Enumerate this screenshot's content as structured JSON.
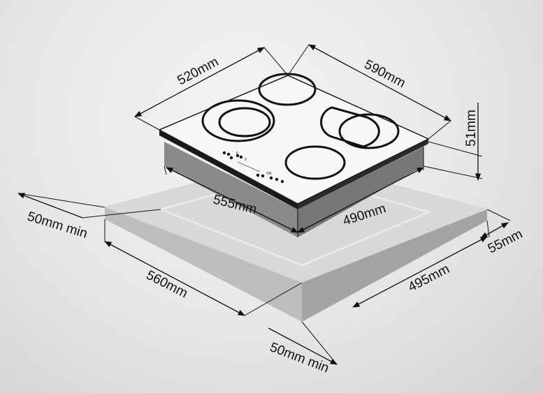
{
  "dimensions": {
    "hob_depth": "520mm",
    "hob_width": "590mm",
    "hob_height": "51mm",
    "body_width": "555mm",
    "body_depth": "490mm",
    "side_clearance": "50mm min",
    "cutout_width": "560mm",
    "cutout_depth": "495mm",
    "worktop_thickness": "55mm",
    "front_clearance": "50mm min"
  },
  "control_panel": {
    "label_a": "0",
    "label_b": "0",
    "label_c": "ON"
  },
  "colors": {
    "background": "#e6e6e6",
    "hob_top": "#f7f7f7",
    "hob_frame": "#1a1a1a",
    "worktop_top": "#d6d6d6",
    "worktop_front": "#b9b9b9",
    "worktop_side": "#9e9e9e",
    "line": "#111111"
  }
}
